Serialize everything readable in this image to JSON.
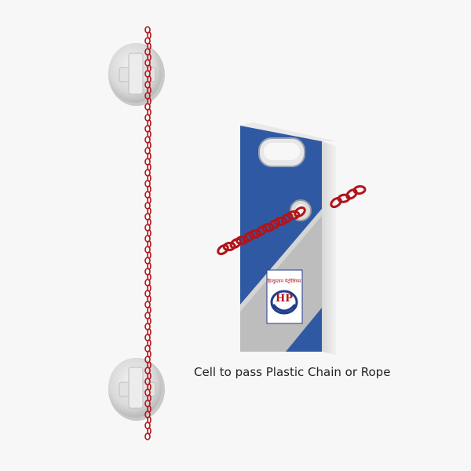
{
  "caption": "Cell to pass Plastic Chain or Rope",
  "logo": {
    "brand_letters": "HP",
    "top_text": "हिन्दुस्तान पेट्रोलियम"
  },
  "colors": {
    "background": "#f7f7f7",
    "panel_blue": "#2f5aa3",
    "panel_grey": "#bdbdbd",
    "chain_red": "#b0151b",
    "fixture_grey": "#d8d8d8"
  },
  "icons": [
    "wall-fixture-icon",
    "chain-icon",
    "hp-logo-icon"
  ]
}
